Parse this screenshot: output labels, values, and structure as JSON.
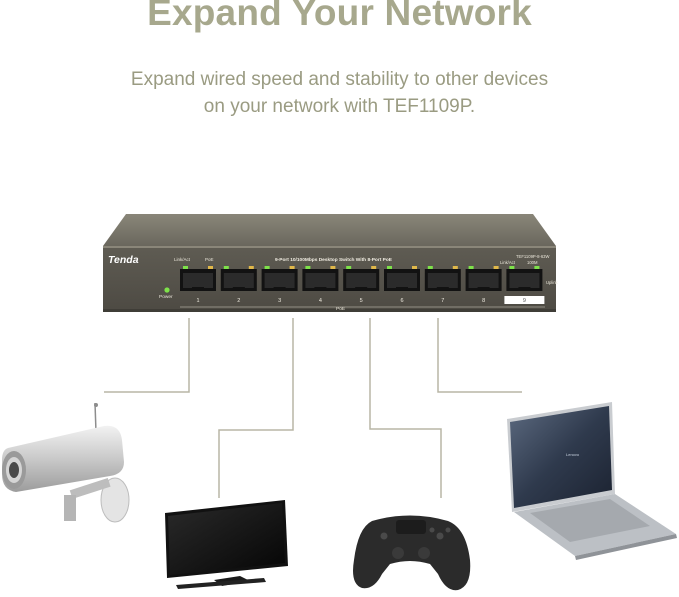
{
  "header": {
    "title": "Expand Your Network",
    "subtitle_line1": "Expand wired speed and stability to other devices",
    "subtitle_line2": "on your network with TEF1109P."
  },
  "switch": {
    "brand": "Tenda",
    "description": "9-Port 10/100Mbps Desktop Switch With 8-Port PoE",
    "model": "TEF1109P-8-63W",
    "link_act_label": "Link/Act",
    "poe_label": "PoE",
    "power_label": "Power",
    "speed_label": "100M",
    "uplink_label": "Uplink",
    "port_numbers": [
      "1",
      "2",
      "3",
      "4",
      "5",
      "6",
      "7",
      "8",
      "9"
    ]
  },
  "devices": {
    "laptop_brand": "Lenovo"
  },
  "colors": {
    "heading": "#a7a88d",
    "subtitle": "#9a9b82",
    "switch_body": "#6e6a5f",
    "connector_line": "#b8b6a5"
  }
}
